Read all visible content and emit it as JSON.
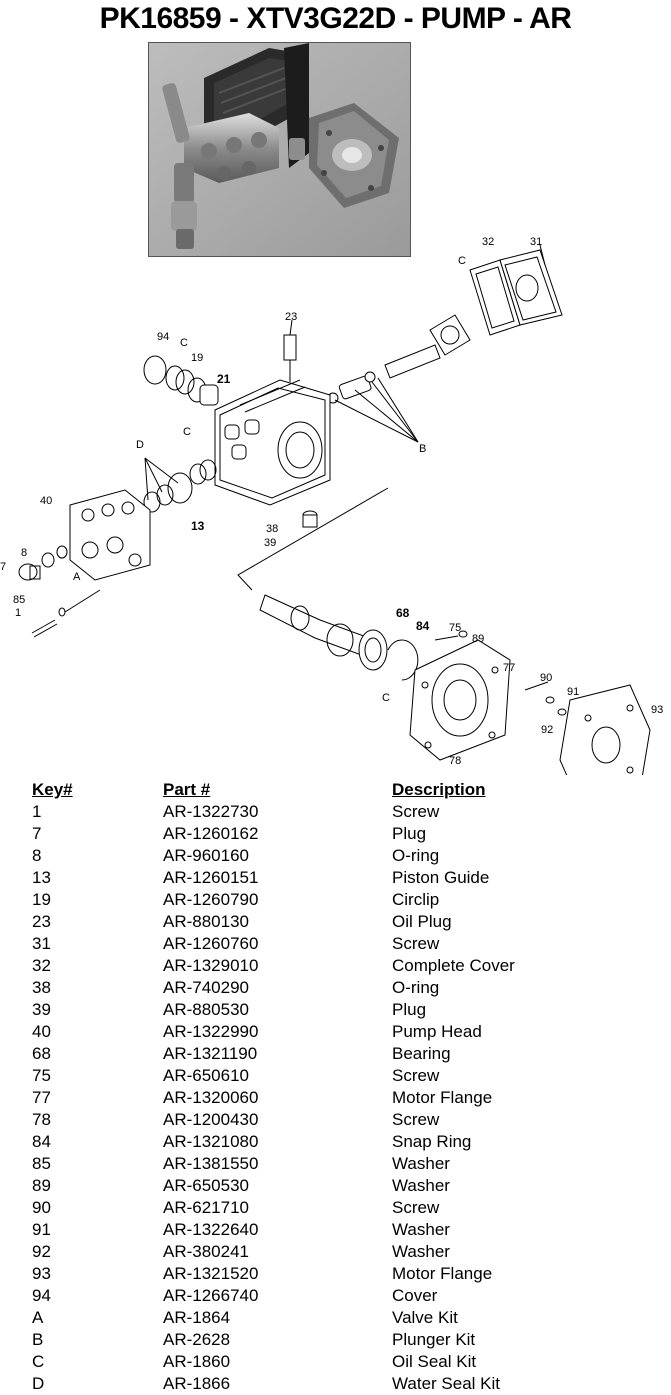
{
  "title": "PK16859 - XTV3G22D -  PUMP - AR",
  "diagram_labels": {
    "l32": "32",
    "l31": "31",
    "lC1": "C",
    "l23": "23",
    "l94": "94",
    "lC2": "C",
    "l19": "19",
    "l21": "21",
    "lC3": "C",
    "lD": "D",
    "lB": "B",
    "l40": "40",
    "l13": "13",
    "l38": "38",
    "l39": "39",
    "l8": "8",
    "lA": "A",
    "l7": "7",
    "l85": "85",
    "l1": "1",
    "l68": "68",
    "l84": "84",
    "l75": "75",
    "l89": "89",
    "l77": "77",
    "lC4": "C",
    "l90": "90",
    "l91": "91",
    "l93": "93",
    "l92": "92",
    "l78": "78"
  },
  "table": {
    "headers": [
      "Key#",
      "Part #",
      "Description"
    ],
    "rows": [
      {
        "key": "1",
        "part": "AR-1322730",
        "desc": "Screw"
      },
      {
        "key": "7",
        "part": "AR-1260162",
        "desc": "Plug"
      },
      {
        "key": "8",
        "part": "AR-960160",
        "desc": "O-ring"
      },
      {
        "key": "13",
        "part": "AR-1260151",
        "desc": "Piston Guide"
      },
      {
        "key": "19",
        "part": "AR-1260790",
        "desc": "Circlip"
      },
      {
        "key": "23",
        "part": "AR-880130",
        "desc": "Oil Plug"
      },
      {
        "key": "31",
        "part": "AR-1260760",
        "desc": "Screw"
      },
      {
        "key": "32",
        "part": "AR-1329010",
        "desc": "Complete Cover"
      },
      {
        "key": "38",
        "part": "AR-740290",
        "desc": "O-ring"
      },
      {
        "key": "39",
        "part": "AR-880530",
        "desc": "Plug"
      },
      {
        "key": "40",
        "part": "AR-1322990",
        "desc": "Pump Head"
      },
      {
        "key": "68",
        "part": "AR-1321190",
        "desc": "Bearing"
      },
      {
        "key": "75",
        "part": "AR-650610",
        "desc": "Screw"
      },
      {
        "key": "77",
        "part": "AR-1320060",
        "desc": "Motor Flange"
      },
      {
        "key": "78",
        "part": "AR-1200430",
        "desc": "Screw"
      },
      {
        "key": "84",
        "part": "AR-1321080",
        "desc": "Snap Ring"
      },
      {
        "key": "85",
        "part": "AR-1381550",
        "desc": "Washer"
      },
      {
        "key": "89",
        "part": "AR-650530",
        "desc": "Washer"
      },
      {
        "key": "90",
        "part": "AR-621710",
        "desc": "Screw"
      },
      {
        "key": "91",
        "part": "AR-1322640",
        "desc": "Washer"
      },
      {
        "key": "92",
        "part": "AR-380241",
        "desc": "Washer"
      },
      {
        "key": "93",
        "part": "AR-1321520",
        "desc": "Motor  Flange"
      },
      {
        "key": "94",
        "part": "AR-1266740",
        "desc": "Cover"
      },
      {
        "key": "A",
        "part": "AR-1864",
        "desc": "Valve Kit"
      },
      {
        "key": "B",
        "part": "AR-2628",
        "desc": "Plunger Kit"
      },
      {
        "key": "C",
        "part": "AR-1860",
        "desc": "Oil Seal Kit"
      },
      {
        "key": "D",
        "part": "AR-1866",
        "desc": "Water Seal Kit"
      }
    ]
  }
}
